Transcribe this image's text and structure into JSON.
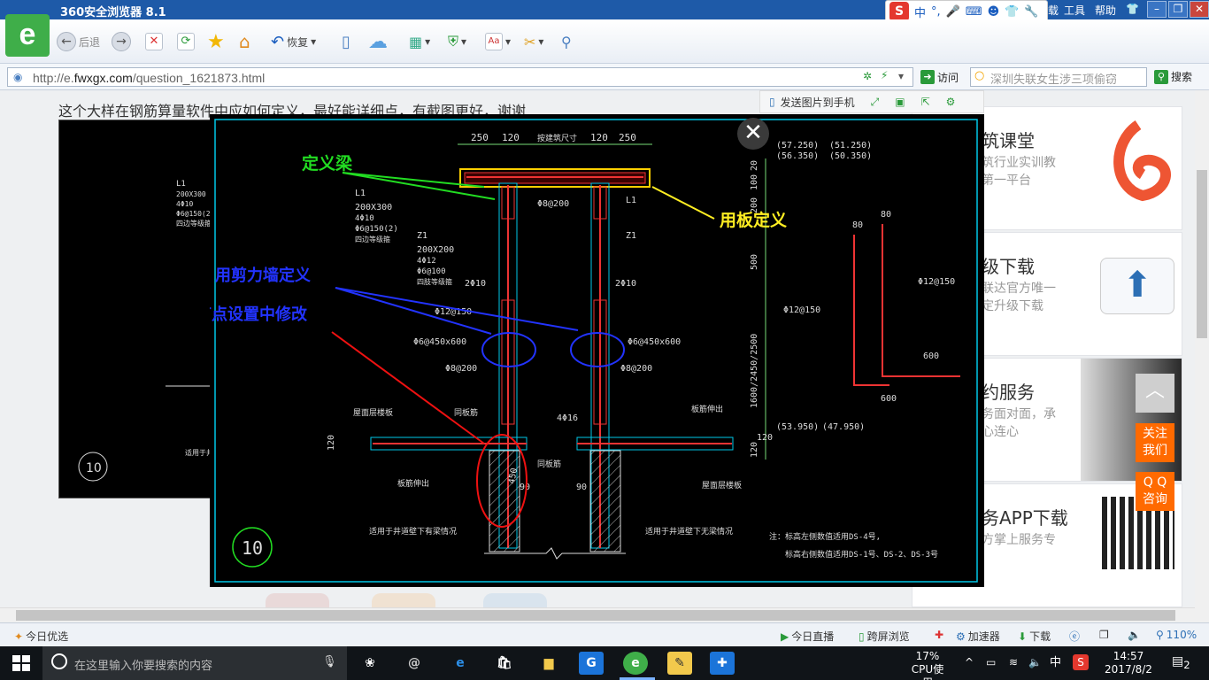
{
  "browser": {
    "title": "360安全浏览器 8.1",
    "menu": [
      "工具",
      "帮助"
    ],
    "partial_menu": "载"
  },
  "ime": {
    "lang": "中"
  },
  "toolbar": {
    "back": "后退",
    "restore": "恢复"
  },
  "address": {
    "url_prefix": "http://e.",
    "url_domain": "fwxgx.com",
    "url_path": "/question_1621873.html",
    "visit": "访问",
    "search_text": "深圳失联女生涉三项偷窃",
    "search_button": "搜索"
  },
  "page": {
    "question": "这个大样在钢筋算量软件中应如何定义，最好能详细点，有截图更好，谢谢",
    "send_to_phone": "发送图片到手机",
    "cards": [
      {
        "title": "筑课堂",
        "lines": [
          "筑行业实训教",
          "第一平台"
        ]
      },
      {
        "title": "级下载",
        "lines": [
          "联达官方唯一",
          "定升级下载"
        ]
      },
      {
        "title": "约服务",
        "lines": [
          "务面对面，承",
          "心连心"
        ]
      },
      {
        "title": "务APP下载",
        "lines": [
          "方掌上服务专"
        ]
      }
    ],
    "follow_us": [
      "关注",
      "我们"
    ],
    "qq_consult": [
      "Q Q",
      "咨询"
    ]
  },
  "drawing": {
    "annotations": {
      "beam": "定义梁",
      "slab": "用板定义",
      "shear_wall": "用剪力墙定义",
      "node": "在节点设置中修改"
    },
    "dims_top": [
      "250",
      "120",
      "按建筑尺寸",
      "120",
      "250"
    ],
    "elev_top": [
      "(57.250)",
      "(51.250)",
      "(56.350)",
      "(50.350)"
    ],
    "elev_bottom": [
      "(53.950)",
      "(47.950)"
    ],
    "vertical_dims": [
      "20",
      "100",
      "200",
      "500",
      "1600/2450/2500",
      "120"
    ],
    "left_notes": [
      "L1",
      "200X300",
      "4Φ10",
      "Φ6@150(2)",
      "四边等级箍",
      "Z1",
      "200X200",
      "4Φ12",
      "Φ6@100",
      "四肢等级箍"
    ],
    "rebar_labels": [
      "Φ8@200",
      "L1",
      "Z1",
      "2Φ10",
      "2Φ10",
      "Φ12@150",
      "Φ6@450x600",
      "Φ6@450x600",
      "Φ8@200",
      "Φ8@200",
      "4Φ16",
      "Φ12@150",
      "Φ12@150"
    ],
    "side_dims": [
      "80",
      "80",
      "600",
      "600"
    ],
    "slab_notes": [
      "屋面层楼板",
      "同板筋",
      "板筋伸出",
      "屋面层楼板",
      "板筋伸出",
      "同板筋"
    ],
    "misc_dims": [
      "120",
      "120",
      "450",
      "90",
      "90"
    ],
    "bottom_notes": [
      "适用于井道壁下有梁情况",
      "适用于井道壁下无梁情况"
    ],
    "footnotes": [
      "注：标高左侧数值适用DS-4号,",
      "标高右侧数值适用DS-1号、DS-2、DS-3号"
    ],
    "detail_no": "10",
    "bg_detail_no": "10",
    "bg_notes": [
      "L1",
      "200X300",
      "4Φ10",
      "Φ6@150(2)",
      "四边等级箍"
    ],
    "bg_bottom_note": "适用于井"
  },
  "statusbar": {
    "left": "今日优选",
    "items": [
      "今日直播",
      "跨屏浏览",
      "加速器",
      "下载"
    ],
    "zoom": "110%"
  },
  "taskbar": {
    "search_placeholder": "在这里输入你要搜索的内容",
    "cpu_pct": "17%",
    "cpu_label": "CPU使用",
    "ime": "中",
    "time": "14:57",
    "date": "2017/8/2",
    "notify": "2"
  },
  "colors": {
    "annot_green": "#22dd22",
    "annot_yellow": "#ffee22",
    "annot_blue": "#2233ff",
    "annot_red": "#ee1111",
    "follow_bg": "#ff6a00"
  }
}
